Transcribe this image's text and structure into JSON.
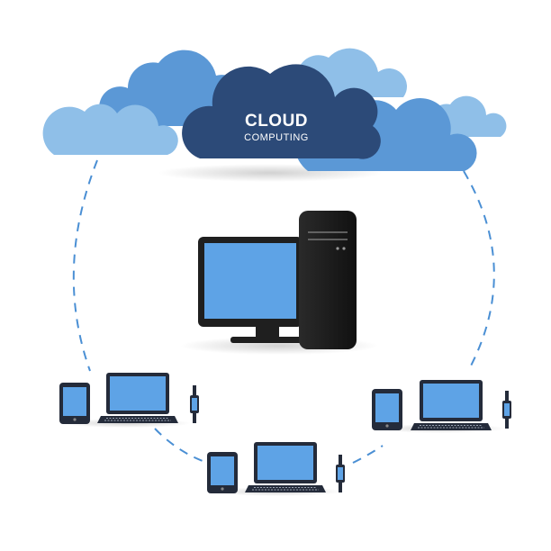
{
  "cloud": {
    "title": "CLOUD",
    "subtitle": "COMPUTING"
  },
  "colors": {
    "dark_cloud": "#2c4a78",
    "mid_cloud": "#5b98d6",
    "light_cloud": "#8fbfe8",
    "screen": "#5ea3e6",
    "device_body": "#242b3a",
    "connection_line": "#4a8fd4",
    "tower": "#1f1f1f"
  },
  "device_groups": [
    {
      "name": "left-device-group",
      "devices": [
        "tablet",
        "laptop",
        "smartwatch"
      ]
    },
    {
      "name": "bottom-device-group",
      "devices": [
        "tablet",
        "laptop",
        "smartwatch"
      ]
    },
    {
      "name": "right-device-group",
      "devices": [
        "tablet",
        "laptop",
        "smartwatch"
      ]
    }
  ],
  "icons": {
    "central": "desktop-computer-icon",
    "tablet": "tablet-icon",
    "laptop": "laptop-icon",
    "watch": "smartwatch-icon"
  }
}
